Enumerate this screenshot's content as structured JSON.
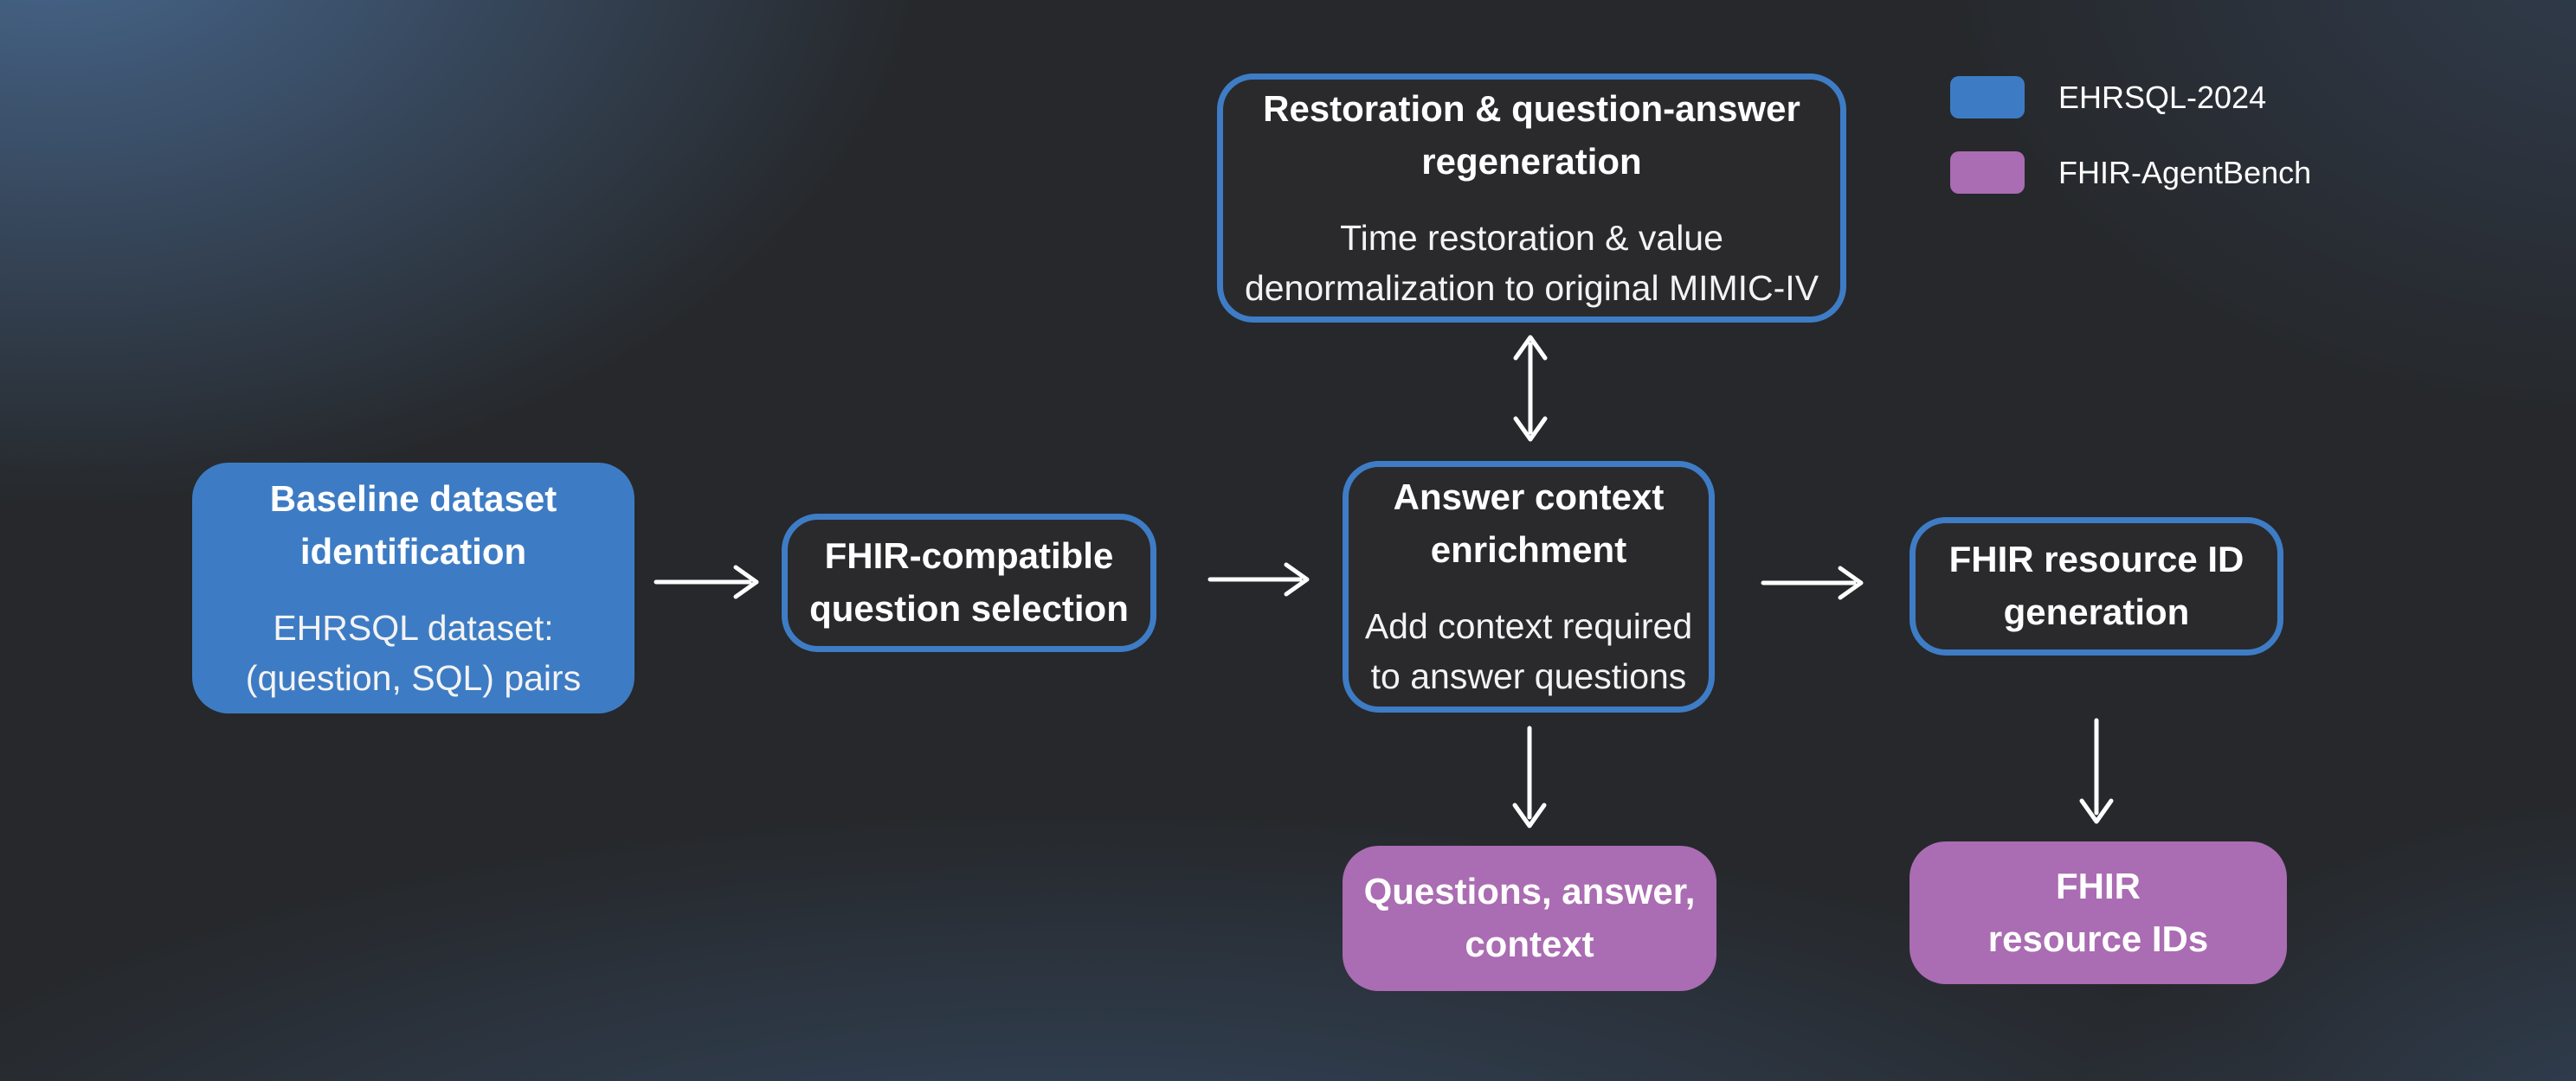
{
  "legend": {
    "items": [
      {
        "label": "EHRSQL-2024",
        "color": "#3d7cc4"
      },
      {
        "label": "FHIR-AgentBench",
        "color": "#aa6cb2"
      }
    ]
  },
  "colors": {
    "dark_node_fill": "#2a2a2c",
    "dark_node_border": "#3e7cc6",
    "blue_node_fill": "#3d7cc4",
    "purple_node_fill": "#aa6cb2",
    "arrow": "#ffffff",
    "background_top_left": "#3a5c80",
    "background_base": "#26282b",
    "background_bottom": "#31475f"
  },
  "nodes": {
    "restoration": {
      "title_lines": [
        "Restoration & question-answer",
        "regeneration"
      ],
      "body_lines": [
        "Time restoration & value",
        "denormalization to original MIMIC-IV"
      ],
      "fill": "#2a2a2c"
    },
    "baseline": {
      "title_lines": [
        "Baseline dataset",
        "identification"
      ],
      "body_lines": [
        "EHRSQL dataset:",
        "(question, SQL) pairs"
      ],
      "fill": "#3d7cc4"
    },
    "selection": {
      "title_lines": [
        "FHIR-compatible",
        "question selection"
      ],
      "fill": "#2a2a2c"
    },
    "enrichment": {
      "title_lines": [
        "Answer context",
        "enrichment"
      ],
      "body_lines": [
        "Add context required",
        "to answer questions"
      ],
      "fill": "#2a2a2c"
    },
    "generation": {
      "title_lines": [
        "FHIR resource ID",
        "generation"
      ],
      "fill": "#2a2a2c"
    },
    "qa_context": {
      "title_lines": [
        "Questions, answer,",
        "context"
      ],
      "fill": "#aa6cb2"
    },
    "resource_ids": {
      "title_lines": [
        "FHIR",
        "resource IDs"
      ],
      "fill": "#aa6cb2"
    }
  },
  "edges": [
    {
      "from": "baseline",
      "to": "selection",
      "type": "arrow"
    },
    {
      "from": "selection",
      "to": "enrichment",
      "type": "arrow"
    },
    {
      "from": "enrichment",
      "to": "restoration",
      "type": "double-arrow"
    },
    {
      "from": "enrichment",
      "to": "generation",
      "type": "arrow"
    },
    {
      "from": "enrichment",
      "to": "qa_context",
      "type": "arrow"
    },
    {
      "from": "generation",
      "to": "resource_ids",
      "type": "arrow"
    }
  ]
}
